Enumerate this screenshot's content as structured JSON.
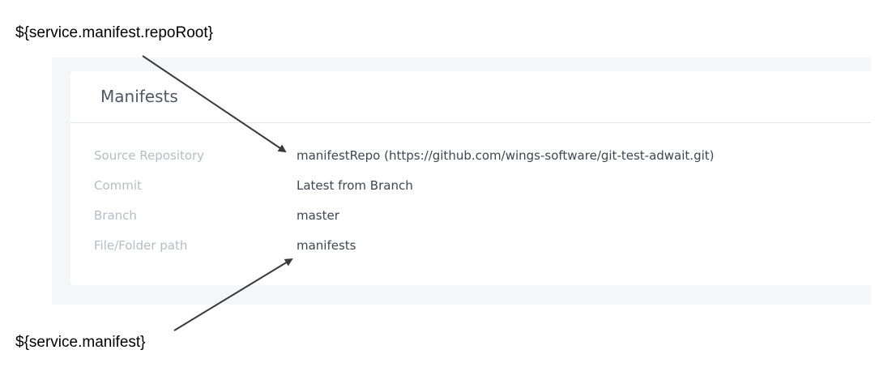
{
  "annotations": {
    "top": "${service.manifest.repoRoot}",
    "bottom": "${service.manifest}"
  },
  "card": {
    "title": "Manifests",
    "rows": [
      {
        "label": "Source Repository",
        "value": "manifestRepo (https://github.com/wings-software/git-test-adwait.git)"
      },
      {
        "label": "Commit",
        "value": "Latest from Branch"
      },
      {
        "label": "Branch",
        "value": "master"
      },
      {
        "label": "File/Folder path",
        "value": "manifests"
      }
    ]
  },
  "colors": {
    "panel_bg": "#f5f6f8",
    "card_bg": "#ffffff",
    "label": "#b7bcc5",
    "value": "#3f4652",
    "title": "#4f5866",
    "arrow": "#3a3a3a"
  }
}
